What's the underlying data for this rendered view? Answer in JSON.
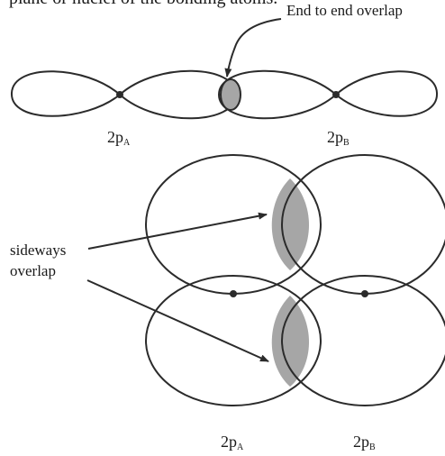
{
  "caption": "plane or nuclei of the bonding atoms.",
  "annotations": {
    "end_to_end": "End to end overlap",
    "sideways_line1": "sideways",
    "sideways_line2": "overlap"
  },
  "labels": {
    "top_left": {
      "main": "2p",
      "sub": "A"
    },
    "top_right": {
      "main": "2p",
      "sub": "B"
    },
    "bottom_left": {
      "main": "2p",
      "sub": "A"
    },
    "bottom_right": {
      "main": "2p",
      "sub": "B"
    }
  },
  "colors": {
    "stroke": "#2b2b2b",
    "overlap_fill": "#a6a6a6"
  }
}
